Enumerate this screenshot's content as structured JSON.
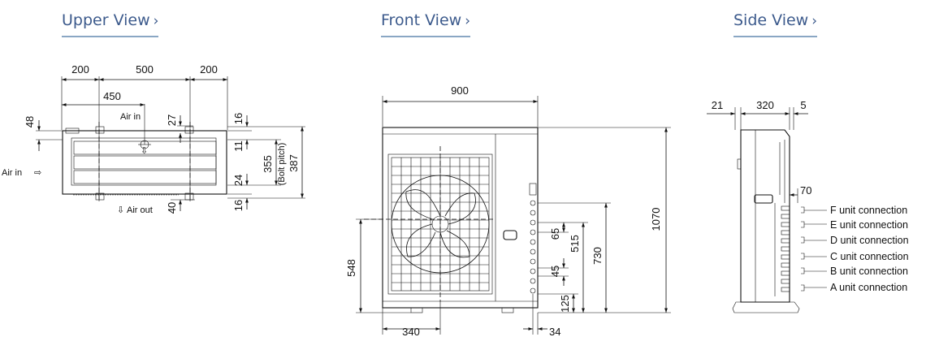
{
  "tabs": [
    {
      "label": "Upper View"
    },
    {
      "label": "Front View"
    },
    {
      "label": "Side View"
    }
  ],
  "chevron": "›",
  "upper": {
    "dims": {
      "d200a": "200",
      "d500": "500",
      "d200b": "200",
      "d450": "450",
      "d48": "48",
      "d27": "27",
      "d16a": "16",
      "d11": "11",
      "d355": "355",
      "d387": "387",
      "d24": "24",
      "d16b": "16",
      "d40": "40"
    },
    "bolt_pitch": "(Bolt pitch)",
    "air_in_top": "Air in",
    "air_in_left": "Air in",
    "air_out": "Air out",
    "arrow_right": "⇨",
    "arrow_down": "⇩"
  },
  "front": {
    "dims": {
      "d900": "900",
      "d1070": "1070",
      "d548": "548",
      "d515": "515",
      "d730": "730",
      "d65": "65",
      "d45": "45",
      "d125": "125",
      "d340": "340",
      "d34": "34"
    }
  },
  "side": {
    "dims": {
      "d21": "21",
      "d320": "320",
      "d5": "5",
      "d70": "70"
    },
    "connections": [
      "F unit connection",
      "E unit connection",
      "D unit connection",
      "C unit connection",
      "B unit connection",
      "A unit connection"
    ]
  }
}
